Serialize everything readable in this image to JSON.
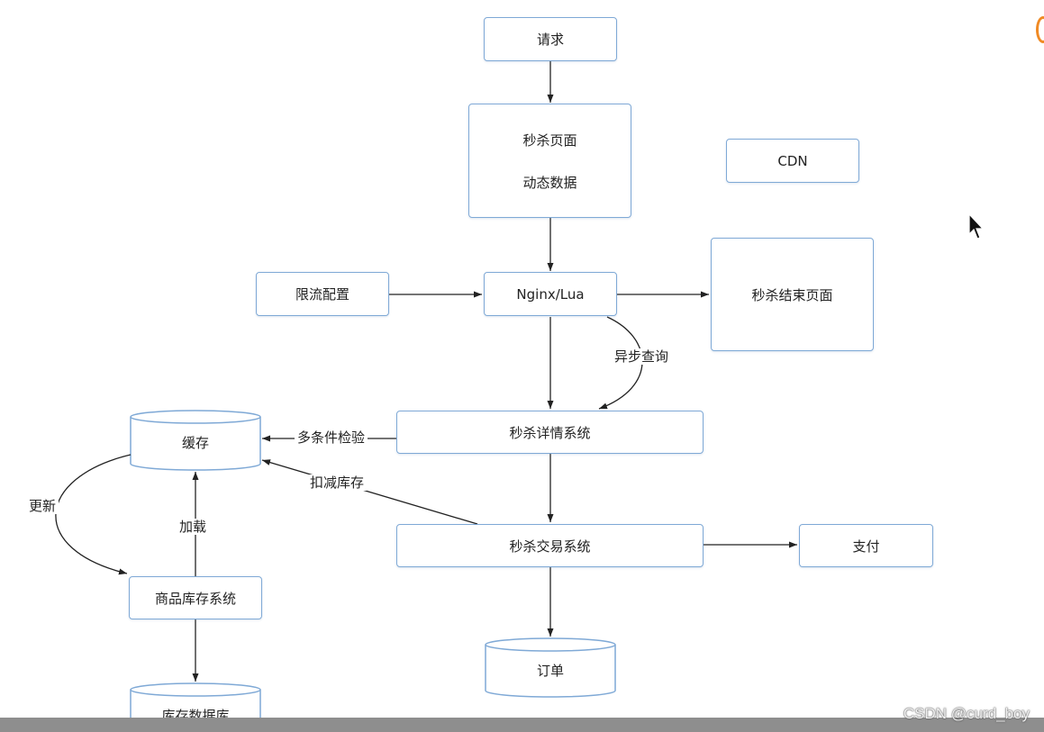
{
  "nodes": {
    "request": "请求",
    "seckill_page_line1": "秒杀页面",
    "seckill_page_line2": "动态数据",
    "cdn": "CDN",
    "rate_limit": "限流配置",
    "nginx_lua": "Nginx/Lua",
    "seckill_end_page": "秒杀结束页面",
    "seckill_detail": "秒杀详情系统",
    "cache": "缓存",
    "seckill_trade": "秒杀交易系统",
    "payment": "支付",
    "inventory_system": "商品库存系统",
    "order": "订单",
    "inventory_db": "库存数据库"
  },
  "edge_labels": {
    "async_query": "异步查询",
    "multi_check": "多条件检验",
    "deduct_stock": "扣减库存",
    "update": "更新",
    "load": "加载"
  },
  "watermark": "CSDN @curd_boy",
  "colors": {
    "box_border": "#7fa9d6",
    "arrow": "#222222",
    "accent_orange": "#f08a24"
  }
}
